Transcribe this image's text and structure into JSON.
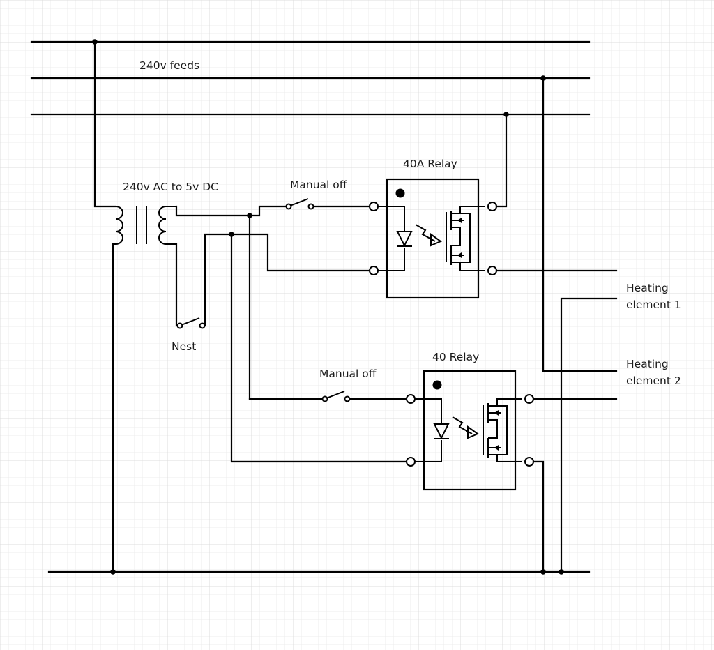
{
  "labels": {
    "feeds": "240v feeds",
    "transformer": "240v AC to 5v DC",
    "nest": "Nest",
    "manual_off_1": "Manual off",
    "manual_off_2": "Manual off",
    "relay_1": "40A Relay",
    "relay_2": "40 Relay",
    "heating_1_line1": "Heating",
    "heating_1_line2": "element 1",
    "heating_2_line1": "Heating",
    "heating_2_line2": "element 2"
  },
  "colors": {
    "wire": "#000000",
    "background": "#ffffff",
    "grid": "#e6e6e6"
  }
}
